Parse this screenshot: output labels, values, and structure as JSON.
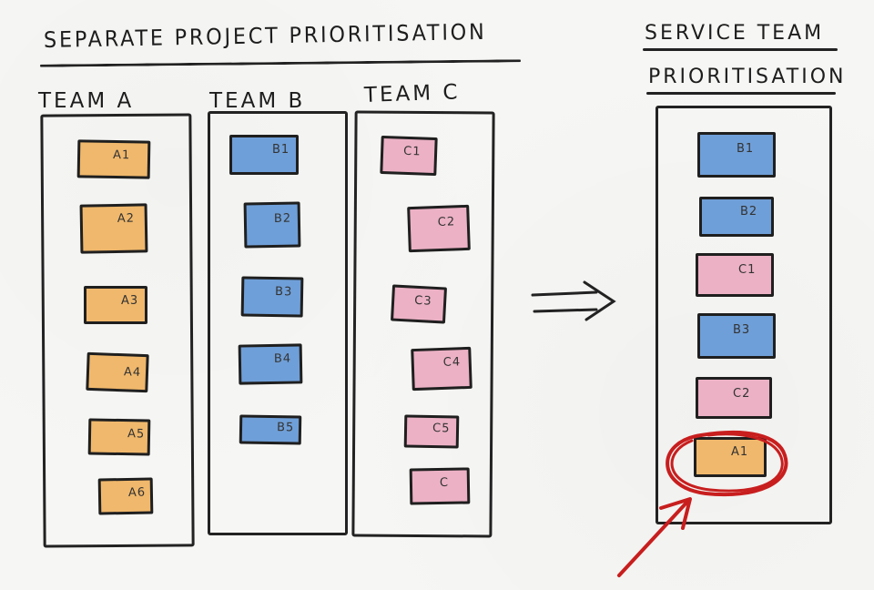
{
  "titles": {
    "left": "SEPARATE PROJECT PRIORITISATION",
    "right_line1": "SERVICE TEAM",
    "right_line2": "PRIORITISATION"
  },
  "teams": {
    "a": {
      "name": "TEAM A",
      "cards": [
        "A1",
        "A2",
        "A3",
        "A4",
        "A5",
        "A6"
      ]
    },
    "b": {
      "name": "TEAM B",
      "cards": [
        "B1",
        "B2",
        "B3",
        "B4",
        "B5"
      ]
    },
    "c": {
      "name": "TEAM C",
      "cards": [
        "C1",
        "C2",
        "C3",
        "C4",
        "C5",
        "C"
      ]
    }
  },
  "service": {
    "cards": [
      "B1",
      "B2",
      "C1",
      "B3",
      "C2",
      "A1"
    ]
  },
  "colors": {
    "team_a": "#f0b86c",
    "team_b": "#6f9fd8",
    "team_c": "#ecb1c5",
    "highlight": "#c81e1e",
    "ink": "#222222"
  },
  "icons": {
    "transition": "double-arrow-icon",
    "pointer": "red-arrow-icon"
  }
}
